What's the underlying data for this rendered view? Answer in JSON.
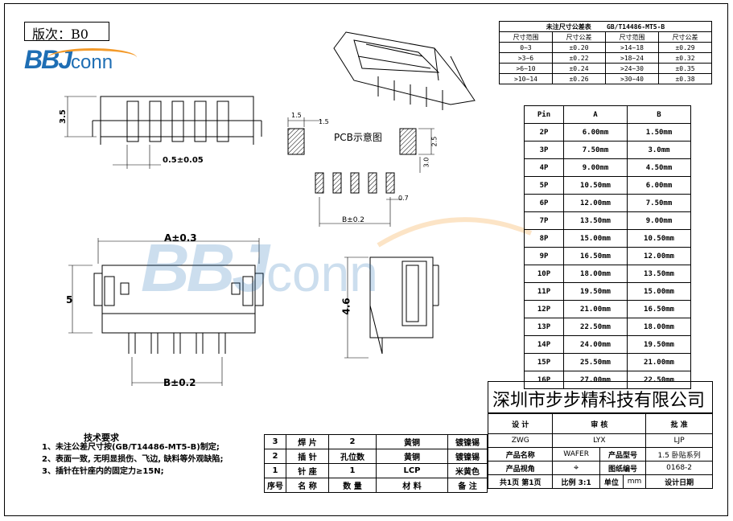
{
  "header": {
    "version_label": "版次：B0"
  },
  "logo": {
    "text_bbj": "BBJ",
    "text_conn": "conn"
  },
  "watermark": {
    "text_bbj": "BBJ",
    "text_conn": "conn"
  },
  "dims": {
    "pitch": "0.5±0.05",
    "a_tol": "A±0.3",
    "b_tol": "B±0.2",
    "b_tol_pcb": "B±0.2",
    "h_front": "3.5",
    "h_mid": "5",
    "h_side": "4.6",
    "pcb_title": "PCB示意图",
    "pcb_15a": "1.5",
    "pcb_15b": "1.5",
    "pcb_25": "2.5",
    "pcb_30": "3.0",
    "pcb_07": "0.7"
  },
  "tolerance_table": {
    "title": "未注尺寸公差表",
    "standard": "GB/T14486-MT5-B",
    "headers": [
      "尺寸范围",
      "尺寸公差",
      "尺寸范围",
      "尺寸公差"
    ],
    "rows": [
      [
        "0~3",
        "±0.20",
        ">14~18",
        "±0.29"
      ],
      [
        ">3~6",
        "±0.22",
        ">18~24",
        "±0.32"
      ],
      [
        ">6~10",
        "±0.24",
        ">24~30",
        "±0.35"
      ],
      [
        ">10~14",
        "±0.26",
        ">30~40",
        "±0.38"
      ]
    ]
  },
  "pin_table": {
    "headers": [
      "Pin",
      "A",
      "B"
    ],
    "rows": [
      [
        "2P",
        "6.00mm",
        "1.50mm"
      ],
      [
        "3P",
        "7.50mm",
        "3.0mm"
      ],
      [
        "4P",
        "9.00mm",
        "4.50mm"
      ],
      [
        "5P",
        "10.50mm",
        "6.00mm"
      ],
      [
        "6P",
        "12.00mm",
        "7.50mm"
      ],
      [
        "7P",
        "13.50mm",
        "9.00mm"
      ],
      [
        "8P",
        "15.00mm",
        "10.50mm"
      ],
      [
        "9P",
        "16.50mm",
        "12.00mm"
      ],
      [
        "10P",
        "18.00mm",
        "13.50mm"
      ],
      [
        "11P",
        "19.50mm",
        "15.00mm"
      ],
      [
        "12P",
        "21.00mm",
        "16.50mm"
      ],
      [
        "13P",
        "22.50mm",
        "18.00mm"
      ],
      [
        "14P",
        "24.00mm",
        "19.50mm"
      ],
      [
        "15P",
        "25.50mm",
        "21.00mm"
      ],
      [
        "16P",
        "27.00mm",
        "22.50mm"
      ]
    ]
  },
  "title_block": {
    "company": "深圳市步步精科技有限公司",
    "design_label": "设 计",
    "review_label": "审 核",
    "approve_label": "批 准",
    "design_value": "ZWG",
    "review_value": "LYX",
    "approve_value": "LJP",
    "product_name_label": "产品名称",
    "product_name_value": "WAFER",
    "product_model_label": "产品型号",
    "product_model_value": "1.5 卧贴系列",
    "view_label": "产品视角",
    "drawing_no_label": "图纸编号",
    "drawing_no_value": "0168-2",
    "pages": "共1页 第1页",
    "scale_label": "比例",
    "scale_value": "3:1",
    "unit_label": "单位",
    "unit_value": "mm",
    "date_label": "设计日期"
  },
  "bom": {
    "headers": [
      "序号",
      "名 称",
      "数 量",
      "材 料",
      "备 注"
    ],
    "rows": [
      [
        "3",
        "焊 片",
        "2",
        "黄铜",
        "镀镍锡"
      ],
      [
        "2",
        "插 针",
        "孔位数",
        "黄铜",
        "镀镍锡"
      ],
      [
        "1",
        "针 座",
        "1",
        "LCP",
        "米黄色"
      ]
    ]
  },
  "notes": {
    "title": "技术要求",
    "items": [
      "1、未注公差尺寸按(GB/T14486-MT5-B)制定;",
      "2、表面一致, 无明显损伤、飞边, 缺料等外观缺陷;",
      "3、插针在针座内的固定力≥15N;"
    ]
  }
}
